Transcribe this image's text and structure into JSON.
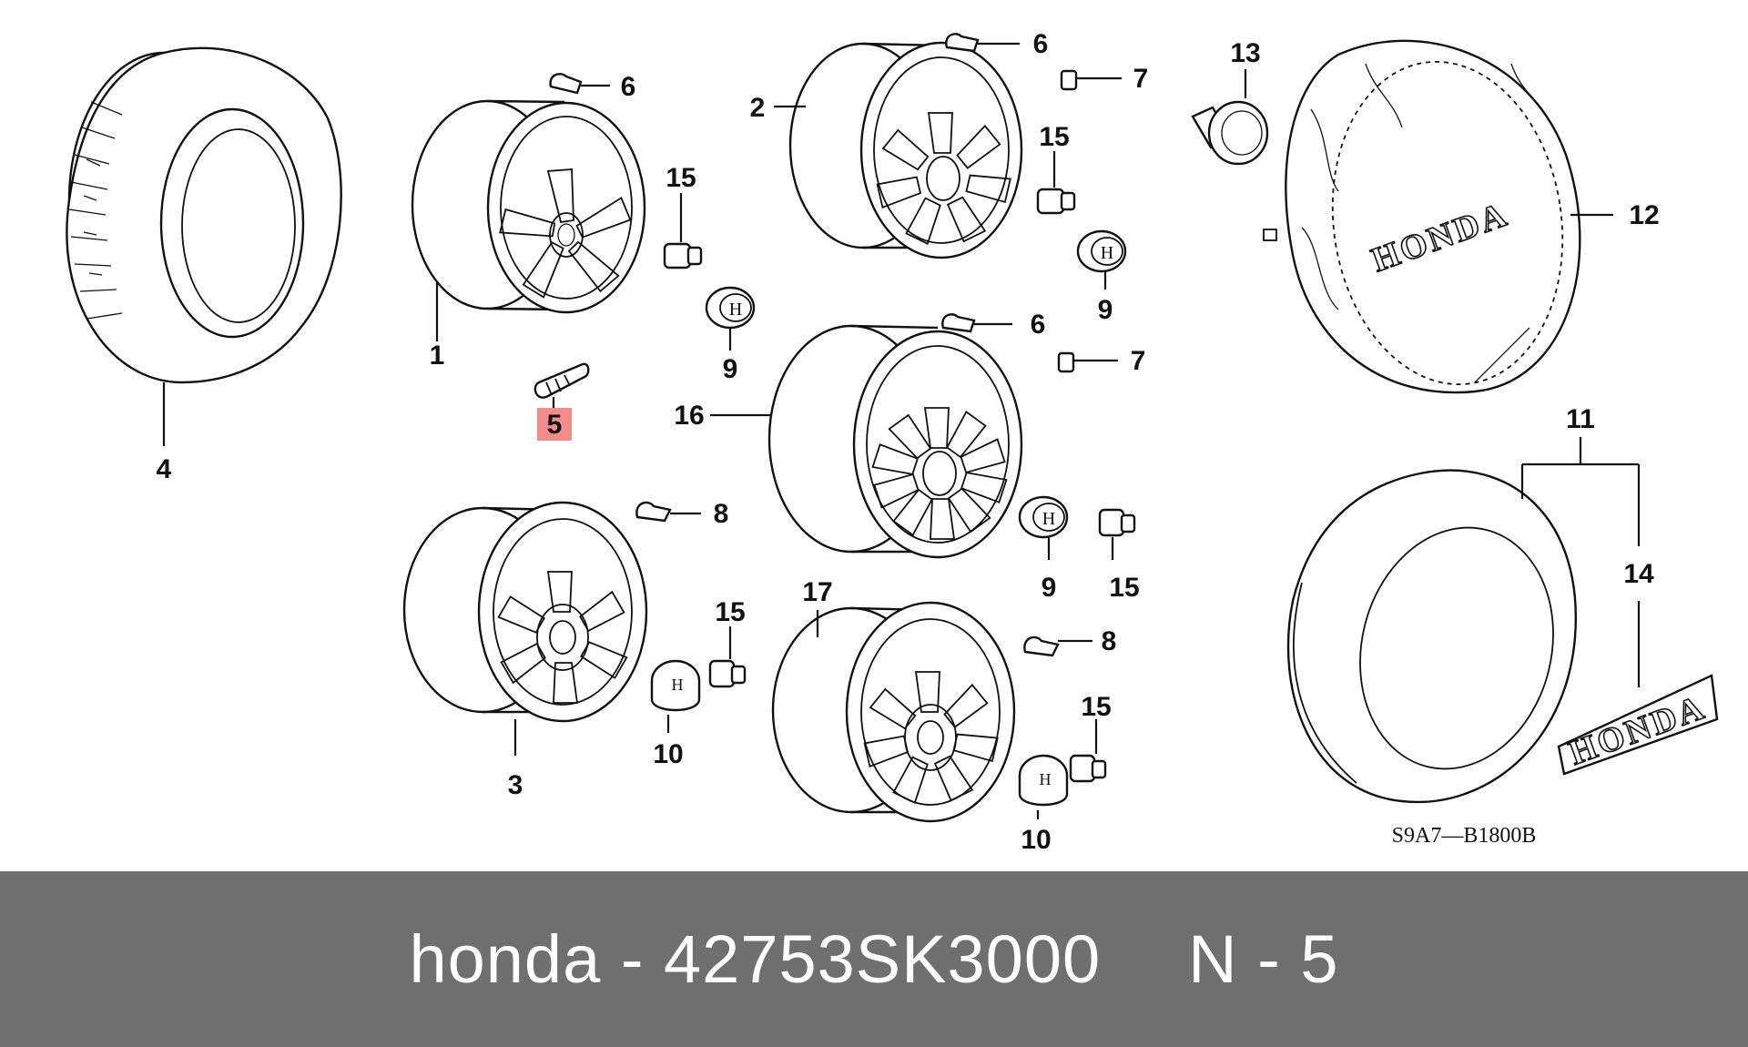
{
  "diagram": {
    "callouts": {
      "tire": "4",
      "wheel_1": "1",
      "wheel_2": "2",
      "wheel_3": "3",
      "wheel_16": "16",
      "wheel_17": "17",
      "valve_5": "5",
      "weight_6a": "6",
      "weight_6b": "6",
      "weight_6c": "6",
      "weight_7a": "7",
      "weight_7b": "7",
      "weight_8a": "8",
      "weight_8b": "8",
      "cap_9a": "9",
      "cap_9b": "9",
      "cap_9c": "9",
      "cap_10a": "10",
      "cap_10b": "10",
      "nut_15a": "15",
      "nut_15b": "15",
      "nut_15c": "15",
      "nut_15d": "15",
      "nut_15e": "15",
      "cover_12": "12",
      "lock_13": "13",
      "cover_11": "11",
      "emblem_14": "14"
    },
    "highlight_color": "#f28b8b",
    "cover_brand_text": "HONDA",
    "emblem_text": "HONDA",
    "diagram_code": "S9A7—B1800B"
  },
  "footer": {
    "brand": "honda",
    "separator": "-",
    "part_number": "42753SK3000",
    "position_label": "N - 5"
  }
}
